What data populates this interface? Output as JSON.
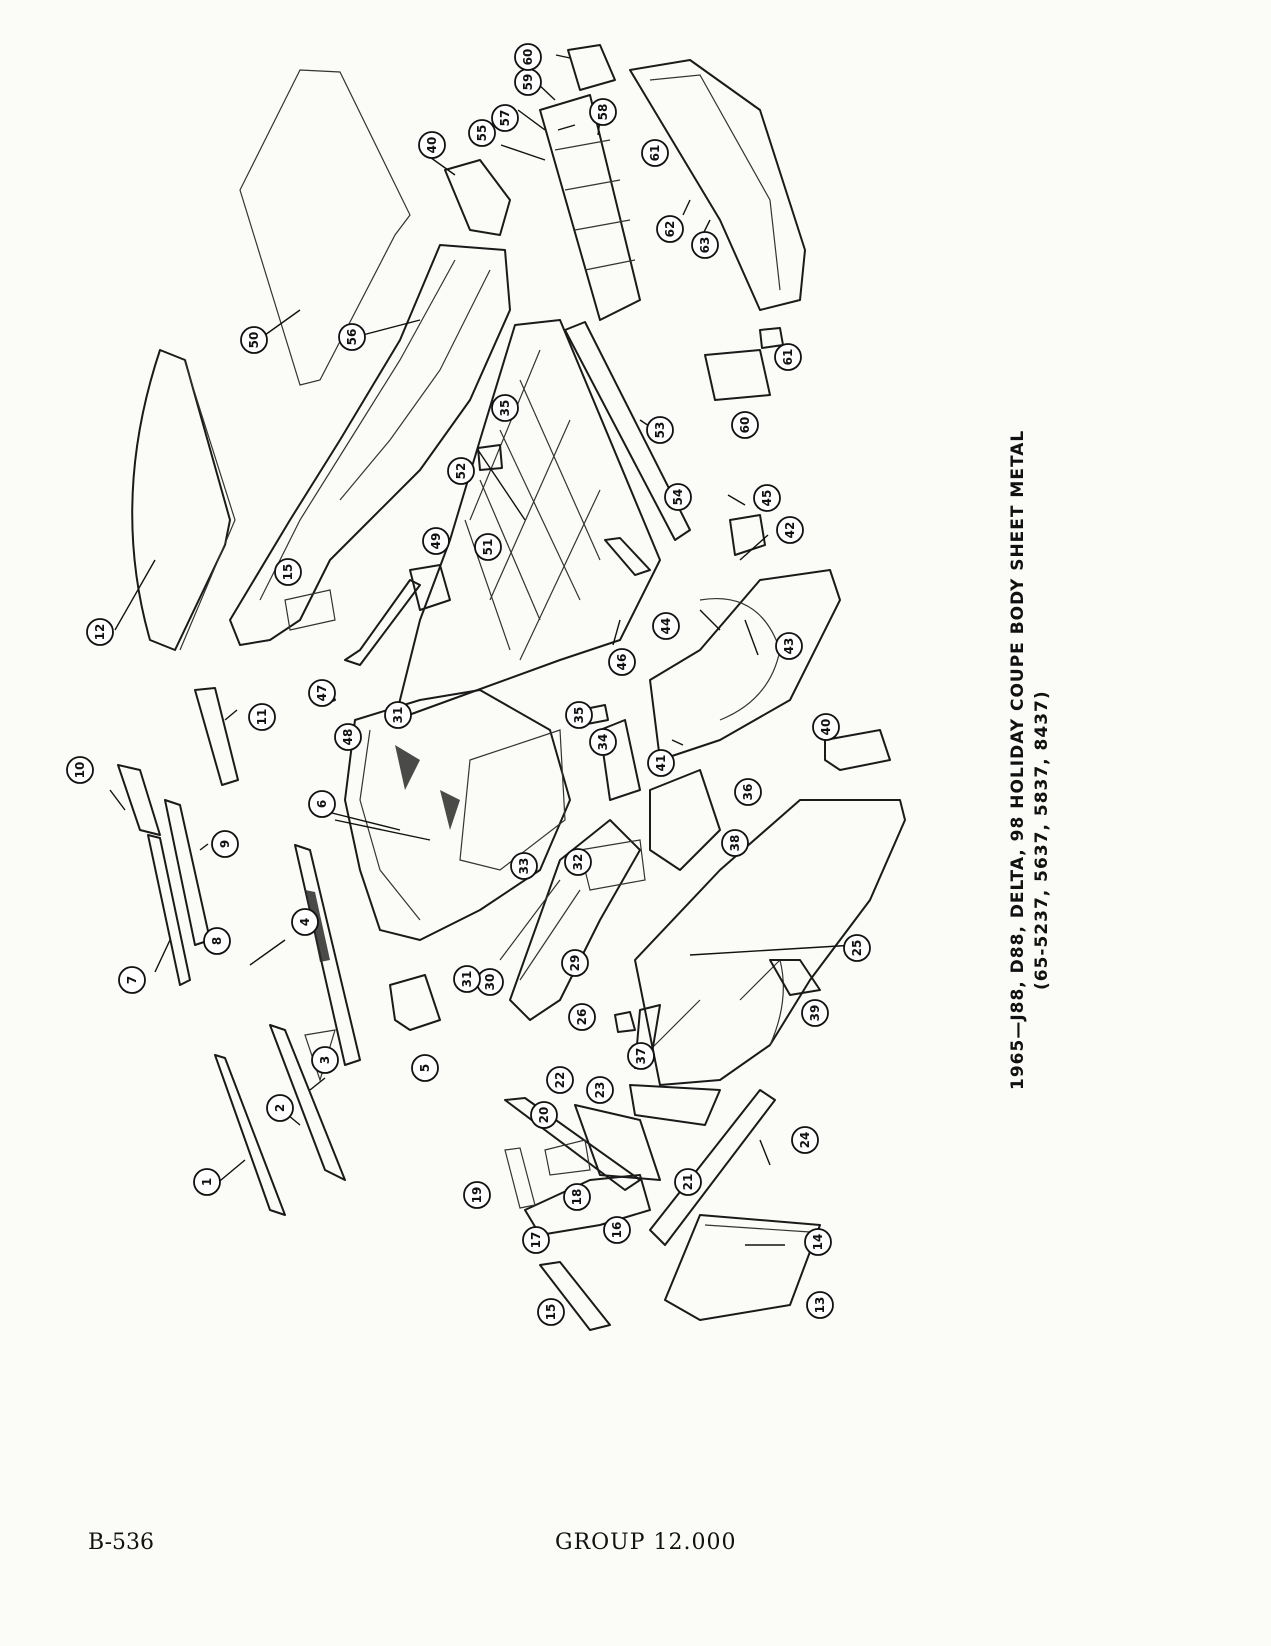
{
  "caption": {
    "line1": "1965—J88, D88, DELTA, 98 HOLIDAY COUPE BODY SHEET METAL",
    "line2": "(65-5237, 5637, 5837, 8437)"
  },
  "footer": {
    "page_id": "B-536",
    "group": "GROUP 12.000"
  },
  "callouts": [
    "1",
    "2",
    "3",
    "4",
    "5",
    "6",
    "7",
    "8",
    "9",
    "10",
    "11",
    "12",
    "13",
    "14",
    "15",
    "15",
    "16",
    "17",
    "18",
    "19",
    "20",
    "21",
    "22",
    "23",
    "24",
    "25",
    "26",
    "29",
    "30",
    "31",
    "31",
    "32",
    "33",
    "34",
    "35",
    "35",
    "36",
    "37",
    "38",
    "39",
    "40",
    "40",
    "41",
    "42",
    "43",
    "44",
    "45",
    "46",
    "47",
    "48",
    "49",
    "50",
    "51",
    "52",
    "53",
    "54",
    "55",
    "56",
    "57",
    "58",
    "59",
    "60",
    "60",
    "61",
    "61",
    "62",
    "63"
  ]
}
